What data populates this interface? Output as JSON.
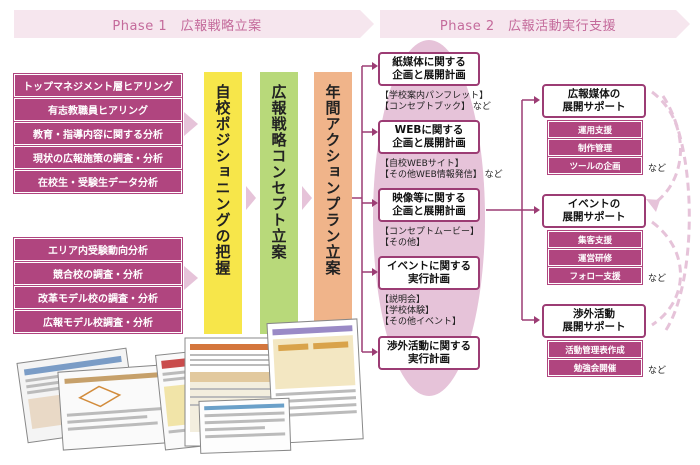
{
  "phase1": {
    "label": "Phase 1　広報戦略立案"
  },
  "phase2": {
    "label": "Phase 2　広報活動実行支援"
  },
  "analysis_group1": [
    "トップマネジメント層ヒアリング",
    "有志教職員ヒアリング",
    "教育・指導内容に関する分析",
    "現状の広報施策の調査・分析",
    "在校生・受験生データ分析"
  ],
  "analysis_group2": [
    "エリア内受験動向分析",
    "競合校の調査・分析",
    "改革モデル校の調査・分析",
    "広報モデル校調査・分析"
  ],
  "concepts": [
    {
      "label": "自校ポジショニングの把握",
      "color": "#f7e64a"
    },
    {
      "label": "広報戦略コンセプト立案",
      "color": "#b8d97a"
    },
    {
      "label": "年間アクションプラン立案",
      "color": "#f0b48a"
    }
  ],
  "plans": [
    {
      "title1": "紙媒体に関する",
      "title2": "企画と展開計画",
      "notes": [
        "【学校案内パンフレット】",
        "【コンセプトブック】 など"
      ]
    },
    {
      "title1": "WEBに関する",
      "title2": "企画と展開計画",
      "notes": [
        "【自校WEBサイト】",
        "【その他WEB情報発信】 など"
      ]
    },
    {
      "title1": "映像等に関する",
      "title2": "企画と展開計画",
      "notes": [
        "【コンセプトムービー】",
        "【その他】"
      ]
    },
    {
      "title1": "イベントに関する",
      "title2": "実行計画",
      "notes": [
        "【説明会】",
        "【学校体験】",
        "【その他イベント】"
      ]
    },
    {
      "title1": "渉外活動に関する",
      "title2": "実行計画",
      "notes": []
    }
  ],
  "supports": [
    {
      "title1": "広報媒体の",
      "title2": "展開サポート",
      "items": [
        "運用支援",
        "制作管理",
        "ツールの企画"
      ],
      "etc": "など"
    },
    {
      "title1": "イベントの",
      "title2": "展開サポート",
      "items": [
        "集客支援",
        "運営研修",
        "フォロー支援"
      ],
      "etc": "など"
    },
    {
      "title1": "渉外活動",
      "title2": "展開サポート",
      "items": [
        "活動管理表作成",
        "勉強会開催"
      ],
      "etc": "など"
    }
  ],
  "colors": {
    "accent": "#b0457f",
    "ellipse": "#e6c3d9",
    "phase_bg": "#f3e3ec",
    "phase_text": "#c46a9b"
  }
}
